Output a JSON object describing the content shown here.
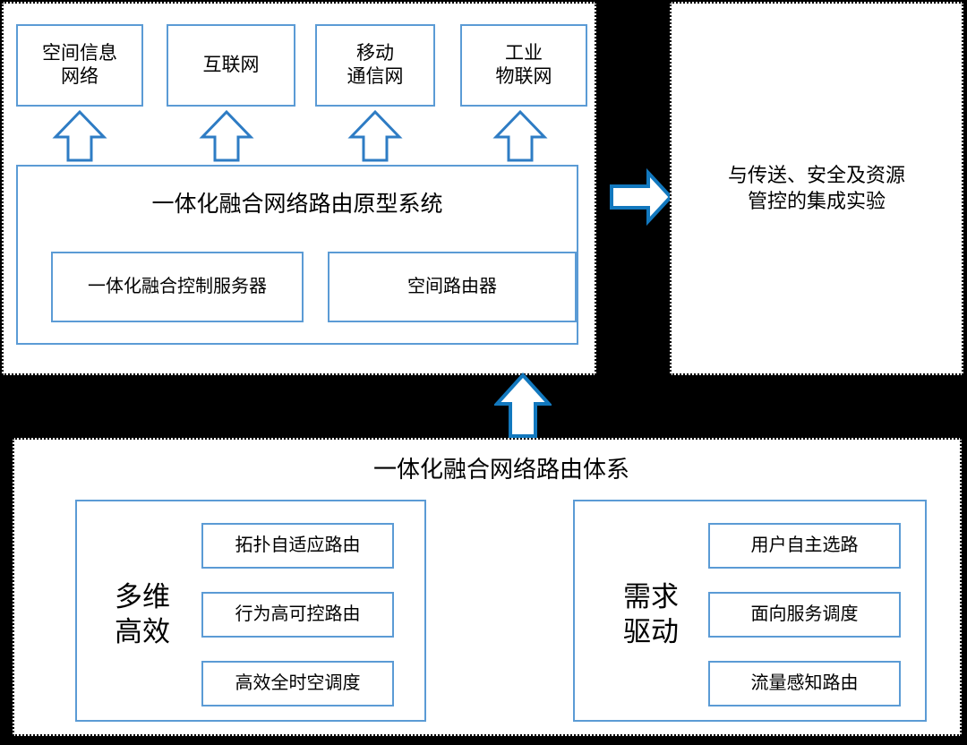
{
  "diagram": {
    "left_panel": {
      "network_boxes": [
        {
          "label": "空间信息\n网络"
        },
        {
          "label": "互联网"
        },
        {
          "label": "移动\n通信网"
        },
        {
          "label": "工业\n物联网"
        }
      ],
      "prototype_system": {
        "title": "一体化融合网络路由原型系统",
        "components": [
          {
            "label": "一体化融合控制服务器"
          },
          {
            "label": "空间路由器"
          }
        ]
      }
    },
    "right_panel": {
      "text": "与传送、安全及资源\n管控的集成实验"
    },
    "bottom_panel": {
      "title": "一体化融合网络路由体系",
      "groups": [
        {
          "label": "多维\n高效",
          "features": [
            {
              "label": "拓扑自适应路由"
            },
            {
              "label": "行为高可控路由"
            },
            {
              "label": "高效全时空调度"
            }
          ]
        },
        {
          "label": "需求\n驱动",
          "features": [
            {
              "label": "用户自主选路"
            },
            {
              "label": "面向服务调度"
            },
            {
              "label": "流量感知路由"
            }
          ]
        }
      ]
    },
    "arrows": {
      "small_up_count": 4,
      "right_arrow": "arrow-right",
      "big_up_arrow": "arrow-up"
    },
    "colors": {
      "box_border": "#5B9BD5",
      "arrow_stroke_light": "#2E7CC4",
      "arrow_stroke_dark": "#1278BE",
      "panel_border": "#000000",
      "background": "#000000",
      "panel_fill": "#FFFFFF",
      "text": "#000000"
    }
  }
}
